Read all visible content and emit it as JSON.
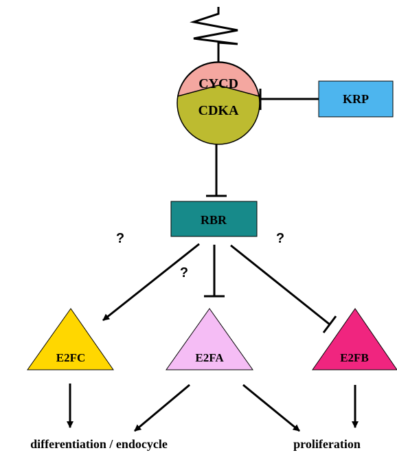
{
  "nodes": {
    "cycd": {
      "label": "CYCD",
      "color": "#F4A7A0"
    },
    "cdka": {
      "label": "CDKA",
      "color": "#BDBB30"
    },
    "krp": {
      "label": "KRP",
      "color": "#4DB5EE"
    },
    "rbr": {
      "label": "RBR",
      "color": "#178A8A"
    },
    "e2fc": {
      "label": "E2FC",
      "color": "#FFD700"
    },
    "e2fa": {
      "label": "E2FA",
      "color": "#F5BDF5"
    },
    "e2fb": {
      "label": "E2FB",
      "color": "#F0257F"
    }
  },
  "question_marks": {
    "left": "?",
    "right": "?",
    "middle": "?"
  },
  "outcomes": {
    "differentiation": "differentiation / endocycle",
    "proliferation": "proliferation"
  }
}
